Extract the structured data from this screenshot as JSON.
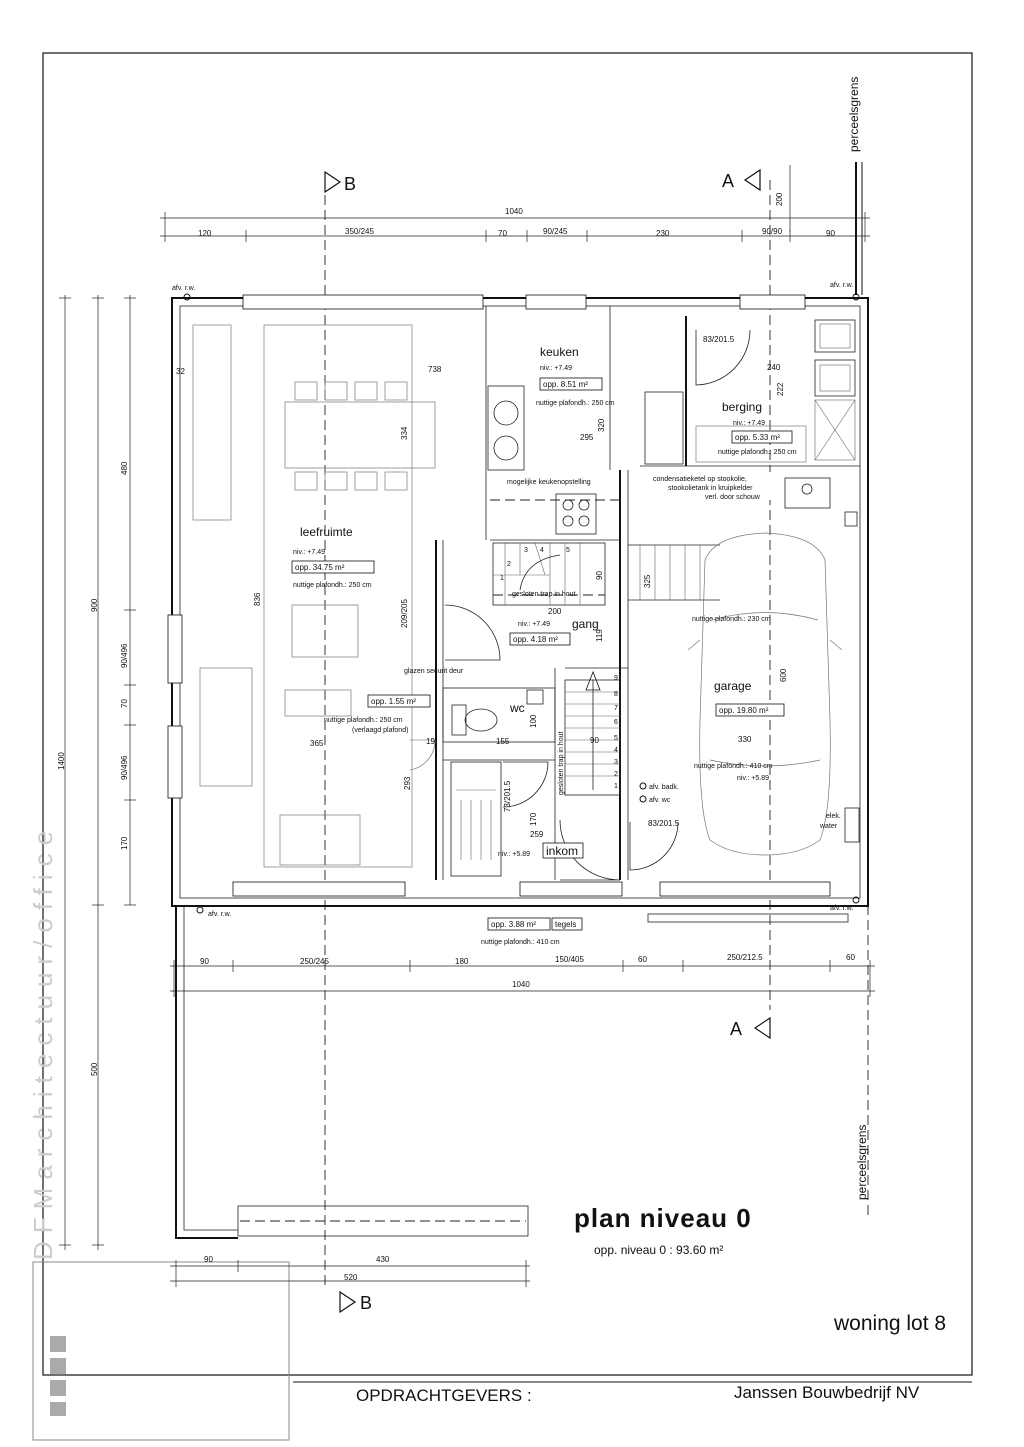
{
  "plan": {
    "title": "plan niveau 0",
    "total_area": "opp. niveau 0 : 93.60 m²",
    "lot": "woning lot 8",
    "client_label": "OPDRACHTGEVERS :",
    "client_name": "Janssen Bouwbedrijf NV",
    "watermark": "DFMarchitectuur/office",
    "boundary_label": "perceelsgrens"
  },
  "sections": {
    "b": "B",
    "a": "A"
  },
  "dims": {
    "top_total": "1040",
    "top_120": "120",
    "top_350_245": "350/245",
    "top_70": "70",
    "top_90_245": "90/245",
    "top_230": "230",
    "top_90_90": "90/90",
    "top_90": "90",
    "top_200": "200",
    "left_480": "480",
    "left_900": "900",
    "left_90_496a": "90/496",
    "left_70": "70",
    "left_90_496b": "90/496",
    "left_170": "170",
    "left_1400": "1400",
    "left_500": "500",
    "bot_90": "90",
    "bot_250_245": "250/245",
    "bot_180": "180",
    "bot_150_405": "150/405",
    "bot_60a": "60",
    "bot_250_2125": "250/212.5",
    "bot_60b": "60",
    "bot_total": "1040",
    "yard_90": "90",
    "yard_430": "430",
    "yard_520": "520",
    "d_738": "738",
    "d_32": "32",
    "d_334": "334",
    "d_295": "295",
    "d_320": "320",
    "d_240": "240",
    "d_222": "222",
    "d_836": "836",
    "d_209_205": "209/205",
    "d_325": "325",
    "d_200": "200",
    "d_119": "119",
    "d_90": "90",
    "d_365": "365",
    "d_19": "19",
    "d_155": "155",
    "d_100": "100",
    "d_90b": "90",
    "d_293": "293",
    "d_73_2015": "73/201.5",
    "d_170": "170",
    "d_259": "259",
    "d_330": "330",
    "d_600": "600",
    "d_83_2015a": "83/201.5",
    "d_83_2015b": "83/201.5"
  },
  "rooms": {
    "keuken": {
      "name": "keuken",
      "niv": "niv.: +7.49",
      "opp": "opp. 8.51 m²",
      "plafond": "nuttige plafondh.: 250 cm"
    },
    "berging": {
      "name": "berging",
      "niv": "niv.: +7.49",
      "opp": "opp. 5.33 m²",
      "plafond": "nuttige plafondh.: 250 cm"
    },
    "leefruimte": {
      "name": "leefruimte",
      "niv": "niv.: +7.49",
      "opp": "opp. 34.75 m²",
      "plafond": "nuttige plafondh.: 250 cm"
    },
    "gang": {
      "name": "gang",
      "niv": "niv.: +7.49",
      "opp": "opp. 4.18 m²"
    },
    "wc": {
      "name": "wc",
      "opp": "opp. 1.55 m²",
      "plafond": "nuttige plafondh.: 250 cm",
      "plafond2": "(verlaagd plafond)"
    },
    "garage": {
      "name": "garage",
      "opp": "opp. 19.80 m²",
      "plafond_top": "nuttige plafondh.: 230 cm",
      "plafond": "nuttige plafondh.: 410 cm",
      "niv": "niv.: +5.89"
    },
    "inkom": {
      "name": "inkom",
      "niv": "niv.: +5.89",
      "opp": "opp. 3.88 m²",
      "tegels": "tegels",
      "plafond": "nuttige plafondh.: 410 cm"
    }
  },
  "notes": {
    "afv_rw_tl": "afv. r.w.",
    "afv_rw_tr": "afv. r.w.",
    "afv_rw_bl": "afv. r.w.",
    "afv_rw_br": "afv. r.w.",
    "keukenopstelling": "mogelijke keukenopstelling",
    "ketel1": "condensatieketel op stookolie,",
    "ketel2": "stookolietank in kruipkelder",
    "ketel3": "verl. door schouw",
    "glazen_deur": "glazen securit deur",
    "gesloten_top": "gesloten trap in hout",
    "gesloten_bot": "gesloten trap in hout",
    "afv_badk": "afv. badk.",
    "afv_wc": "afv. wc",
    "elek": "elek.",
    "water": "water"
  },
  "stairs": [
    "1",
    "2",
    "3",
    "4",
    "5"
  ],
  "stairs_low": [
    "1",
    "2",
    "3",
    "4",
    "5",
    "6",
    "7",
    "8",
    "9"
  ]
}
